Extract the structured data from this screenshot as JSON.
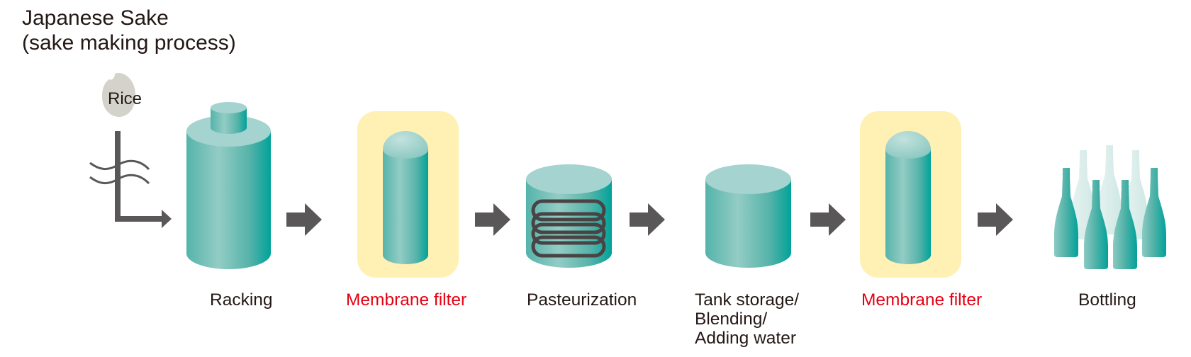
{
  "title": {
    "line1": "Japanese Sake",
    "line2": "(sake making process)"
  },
  "input": {
    "label": "Rice",
    "icon": "rice-grain-icon"
  },
  "steps": [
    {
      "label_lines": [
        "Racking"
      ],
      "icon": "racking-tank-icon",
      "highlight": false
    },
    {
      "label_lines": [
        "Membrane filter"
      ],
      "icon": "membrane-filter-icon",
      "highlight": true
    },
    {
      "label_lines": [
        "Pasteurization"
      ],
      "icon": "pasteurization-tank-icon",
      "highlight": false
    },
    {
      "label_lines": [
        "Tank storage/",
        "Blending/",
        "Adding water"
      ],
      "icon": "storage-tank-icon",
      "highlight": false
    },
    {
      "label_lines": [
        "Membrane filter"
      ],
      "icon": "membrane-filter-icon",
      "highlight": true
    },
    {
      "label_lines": [
        "Bottling"
      ],
      "icon": "bottles-icon",
      "highlight": false
    }
  ],
  "colors": {
    "highlight_text": "#e60012",
    "highlight_box": "#fff0b3",
    "teal": "#00a29a",
    "arrow": "#595757",
    "coil": "#4a4344",
    "rice": "#d3d3cb"
  }
}
